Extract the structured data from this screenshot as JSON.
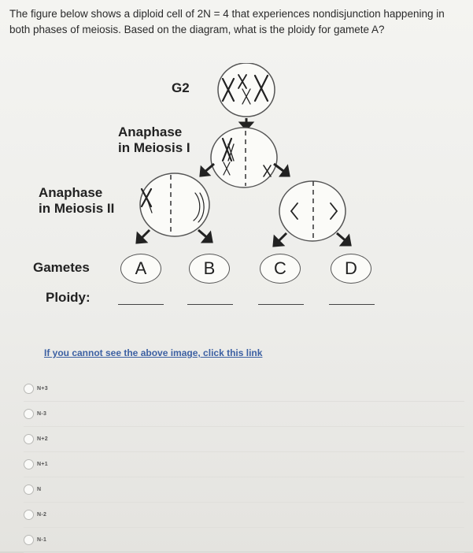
{
  "question": {
    "text": "The figure below shows a diploid cell of 2N = 4 that experiences nondisjunction happening in both phases of meiosis. Based on the diagram, what is the ploidy for gamete A?"
  },
  "diagram": {
    "g2_label": "G2",
    "anaphase1_label": [
      "Anaphase",
      "in Meiosis I"
    ],
    "anaphase2_label": [
      "Anaphase",
      "in Meiosis II"
    ],
    "gametes_label": "Gametes",
    "ploidy_label": "Ploidy:",
    "gametes": [
      "A",
      "B",
      "C",
      "D"
    ]
  },
  "link_text": "If you cannot see the above image, click this link",
  "options": [
    "N+3",
    "N-3",
    "N+2",
    "N+1",
    "N",
    "N-2",
    "N-1"
  ]
}
